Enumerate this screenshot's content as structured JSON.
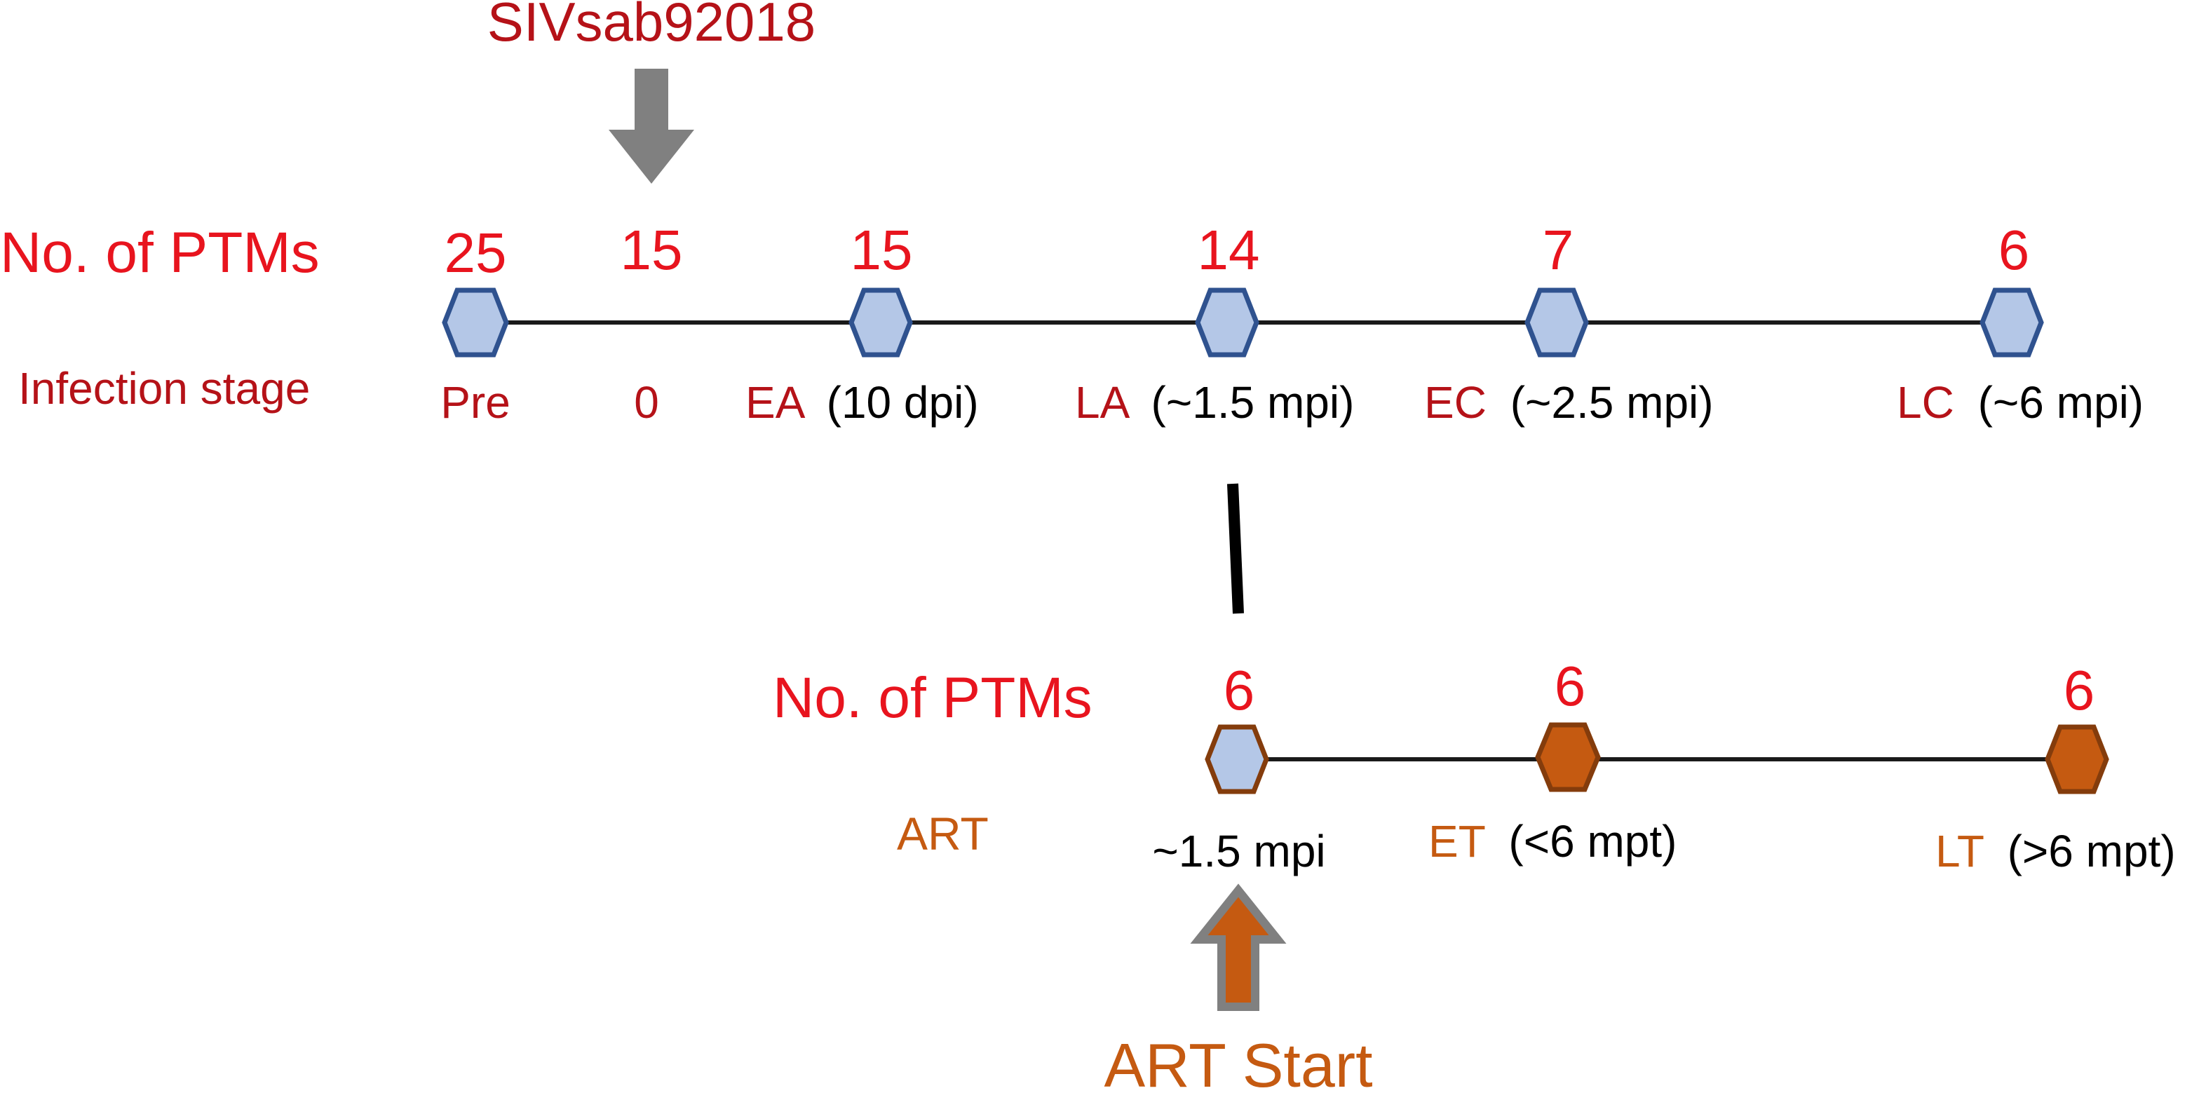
{
  "virus": {
    "label": "SIVsab92018"
  },
  "infection_timeline": {
    "count_label": "No. of PTMs",
    "stage_label": "Infection stage",
    "points": [
      {
        "count": "25",
        "code": "Pre",
        "detail": ""
      },
      {
        "count": "15",
        "code": "0",
        "detail": ""
      },
      {
        "count": "15",
        "code": "EA",
        "detail": "(10 dpi)"
      },
      {
        "count": "14",
        "code": "LA",
        "detail": "(~1.5 mpi)"
      },
      {
        "count": "7",
        "code": "EC",
        "detail": "(~2.5 mpi)"
      },
      {
        "count": "6",
        "code": "LC",
        "detail": "(~6 mpi)"
      }
    ]
  },
  "art_timeline": {
    "count_label": "No. of PTMs",
    "stage_label": "ART",
    "start_label": "ART Start",
    "points": [
      {
        "count": "6",
        "code": "",
        "detail": "~1.5 mpi"
      },
      {
        "count": "6",
        "code": "ET",
        "detail": "(<6 mpt)"
      },
      {
        "count": "6",
        "code": "LT",
        "detail": "(>6 mpt)"
      }
    ]
  },
  "colors": {
    "red_text": "#e8141e",
    "dark_red_text": "#b51218",
    "orange_text": "#c55a11",
    "black_text": "#000000",
    "blue_node_fill": "#b4c7e7",
    "blue_node_stroke": "#2f528f",
    "orange_node_fill": "#c55a11",
    "orange_node_stroke": "#843c0c",
    "arrow_gray": "#808080",
    "line": "#1a1a1a"
  }
}
